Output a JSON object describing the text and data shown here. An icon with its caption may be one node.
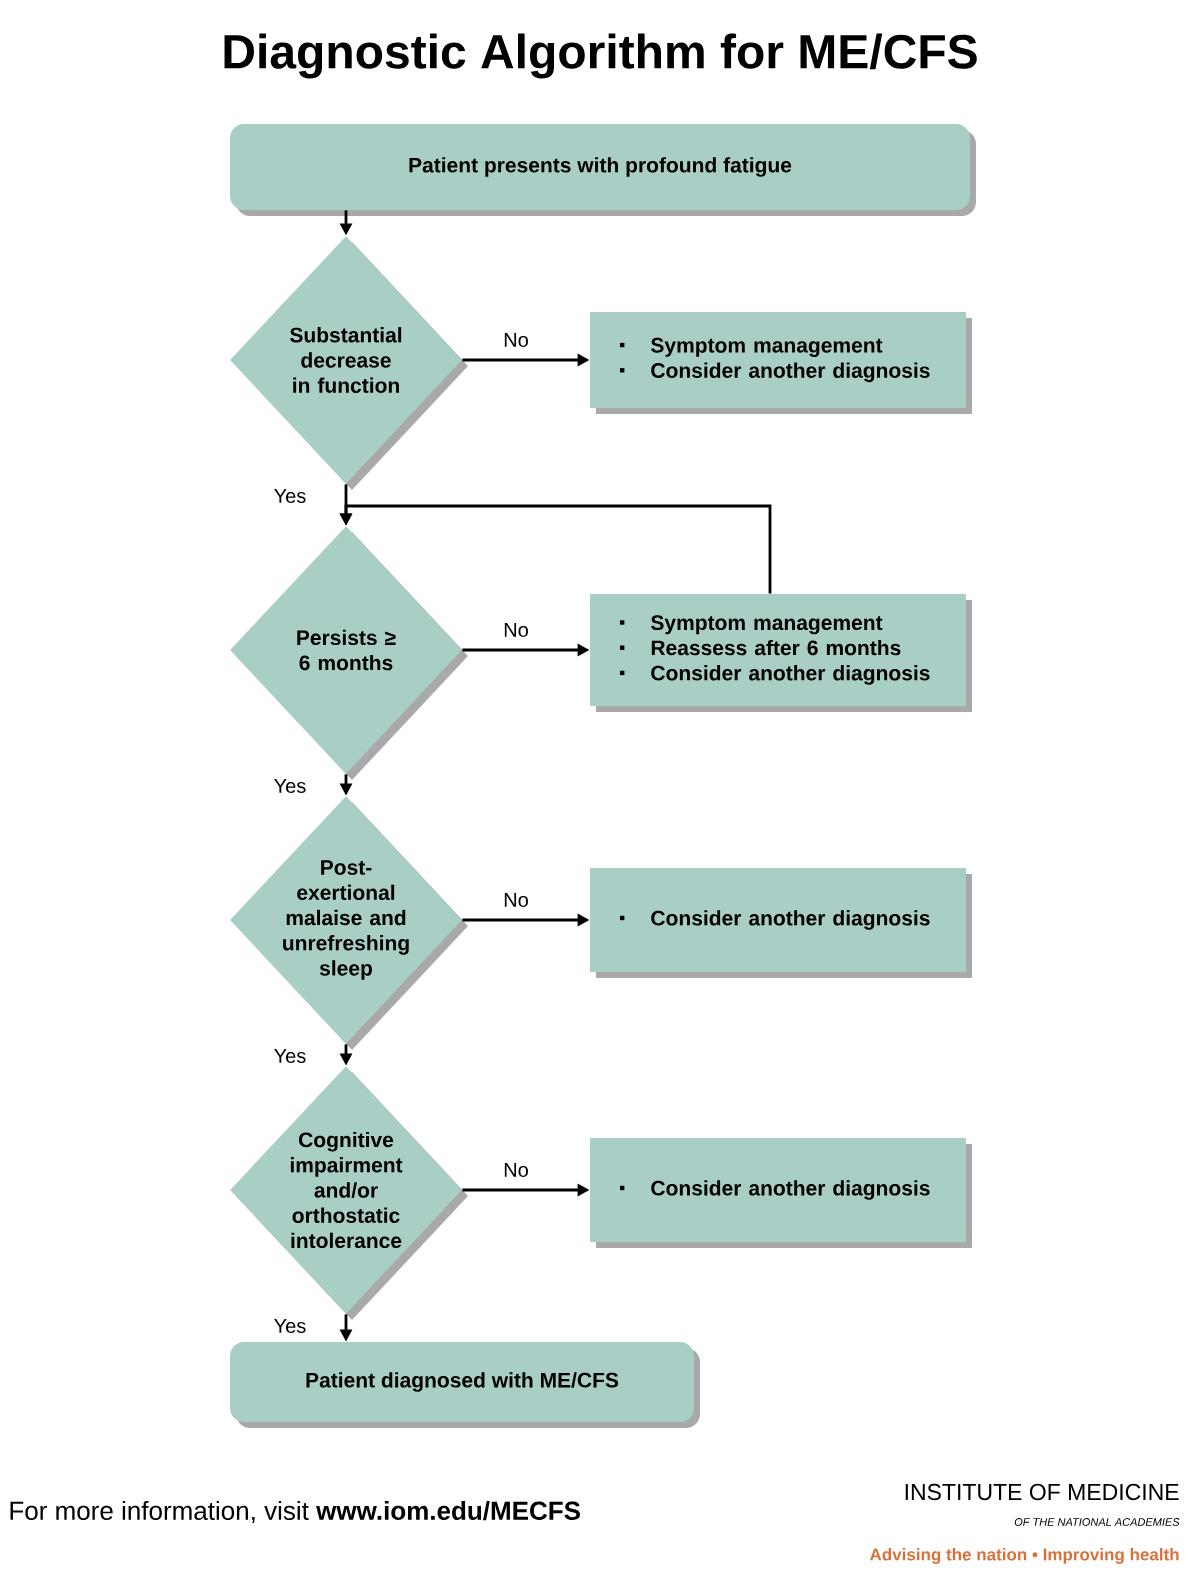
{
  "diagram": {
    "title": "Diagnostic Algorithm for ME/CFS",
    "nodes": [
      {
        "text": [
          "Patient presents with profound fatigue"
        ]
      },
      {
        "text": [
          "Substantial decrease in function"
        ]
      },
      {
        "text": [
          "Symptom management",
          "Consider another diagnosis"
        ]
      },
      {
        "text": [
          "Persists ≥ 6 months"
        ]
      },
      {
        "text": [
          "Symptom management",
          "Reassess after 6 months",
          "Consider another diagnosis"
        ]
      },
      {
        "text": [
          "Post-exertional malaise and unrefreshing sleep"
        ]
      },
      {
        "text": [
          "Consider another diagnosis"
        ]
      },
      {
        "text": [
          "Cognitive impairment and/or orthostatic intolerance"
        ]
      },
      {
        "text": [
          "Consider another diagnosis"
        ]
      },
      {
        "text": [
          "Patient diagnosed with ME/CFS"
        ]
      }
    ],
    "edges": [
      {
        "from": 0,
        "to": 1,
        "arrow": "to"
      },
      {
        "from": 1,
        "to": 2,
        "arrow": "to",
        "label": "No"
      },
      {
        "from": 1,
        "to": 3,
        "arrow": "to",
        "label": "Yes"
      },
      {
        "from": 3,
        "to": 4,
        "arrow": "to",
        "label": "No"
      },
      {
        "from": 4,
        "to": 3,
        "arrow": "to"
      },
      {
        "from": 3,
        "to": 5,
        "arrow": "to",
        "label": "Yes"
      },
      {
        "from": 5,
        "to": 6,
        "arrow": "to",
        "label": "No"
      },
      {
        "from": 5,
        "to": 7,
        "arrow": "to",
        "label": "Yes"
      },
      {
        "from": 7,
        "to": 8,
        "arrow": "to",
        "label": "No"
      },
      {
        "from": 7,
        "to": 9,
        "arrow": "to",
        "label": "Yes"
      }
    ],
    "labels": [
      "For more information, visit **www.iom.edu/MECFS**",
      "INSTITUTE OF MEDICINE",
      "OF THE NATIONAL ACADEMIES",
      "Advising the nation • Improving health"
    ]
  }
}
